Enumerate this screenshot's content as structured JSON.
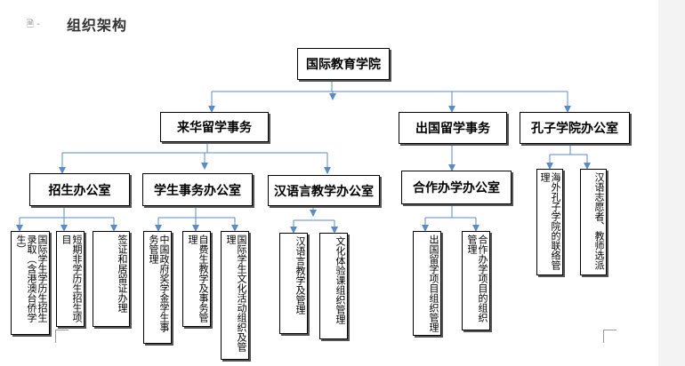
{
  "header": {
    "toolbar_icon": "document-icon",
    "title": "组织架构"
  },
  "org": {
    "root": "国际教育学院",
    "branches": [
      "来华留学事务",
      "出国留学事务",
      "孔子学院办公室"
    ],
    "offices": [
      "招生办公室",
      "学生事务办公室",
      "汉语言教学办公室",
      "合作办学办公室"
    ],
    "zhaosheng_duties": [
      "国际学生学历生招生录取（含港澳台侨学生）",
      "短期非学历生招生项目",
      "签证和居留证办理"
    ],
    "xuesheng_duties": [
      "中国政府奖学金学生事务管理",
      "自费生教学及事务管理",
      "国际学生文化活动组织及管理"
    ],
    "hanyu_duties": [
      "汉语言教学及管理",
      "文化体验课组织管理"
    ],
    "hezuo_duties": [
      "出国留学项目组织管理",
      "合作办学项目的组织管理"
    ],
    "kongzi_duties": [
      "海外孔子学院的联络管理",
      "汉语志愿者、教师选派"
    ]
  }
}
